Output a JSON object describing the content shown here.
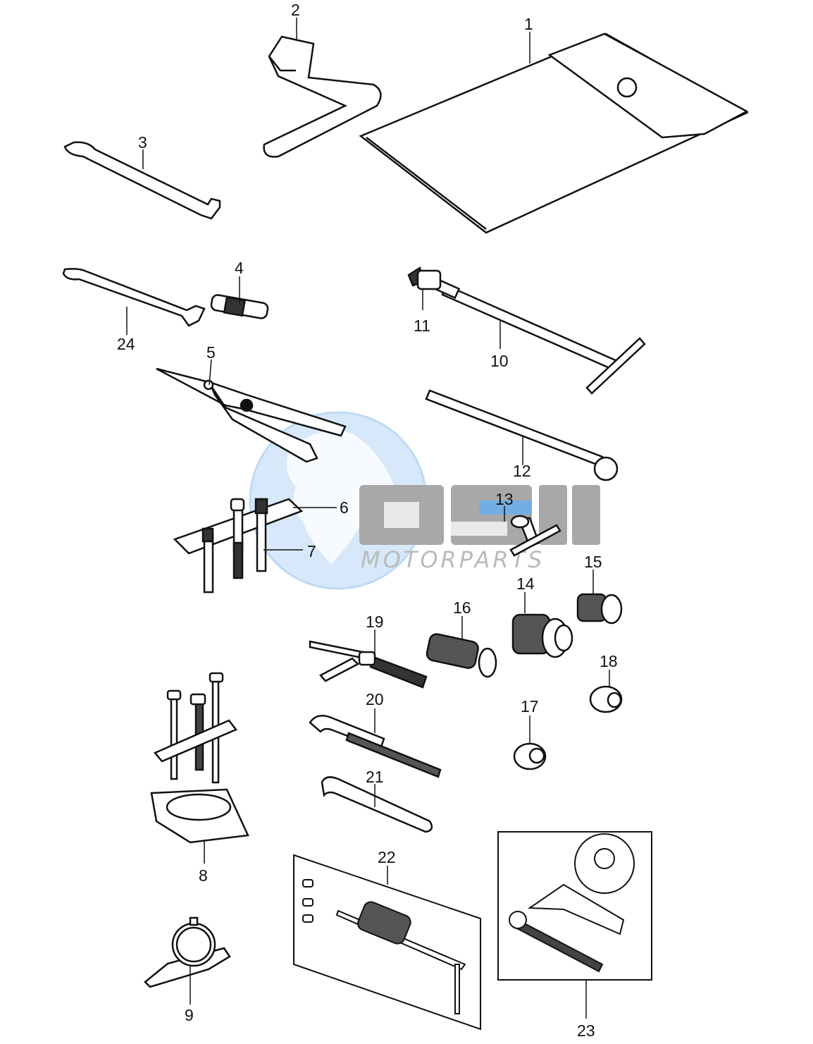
{
  "diagram": {
    "callouts": [
      "1",
      "2",
      "3",
      "4",
      "5",
      "6",
      "7",
      "8",
      "9",
      "10",
      "11",
      "12",
      "13",
      "14",
      "15",
      "16",
      "17",
      "18",
      "19",
      "20",
      "21",
      "22",
      "23",
      "24"
    ]
  },
  "watermark": {
    "logo_text": "05M",
    "sub_text": "MOTORPARTS",
    "colors": {
      "globe": "#9cc8ef",
      "letters": "#9a9a9a",
      "accent": "#5aa0e0"
    }
  },
  "icons": [
    "tool-bag-icon",
    "socket-wrench-icon",
    "spanner-icon",
    "pliers-icon",
    "t-handle-icon",
    "puller-icon",
    "dial-gauge-icon",
    "gear-holder-icon",
    "slide-hammer-icon",
    "hook-spanner-icon"
  ]
}
